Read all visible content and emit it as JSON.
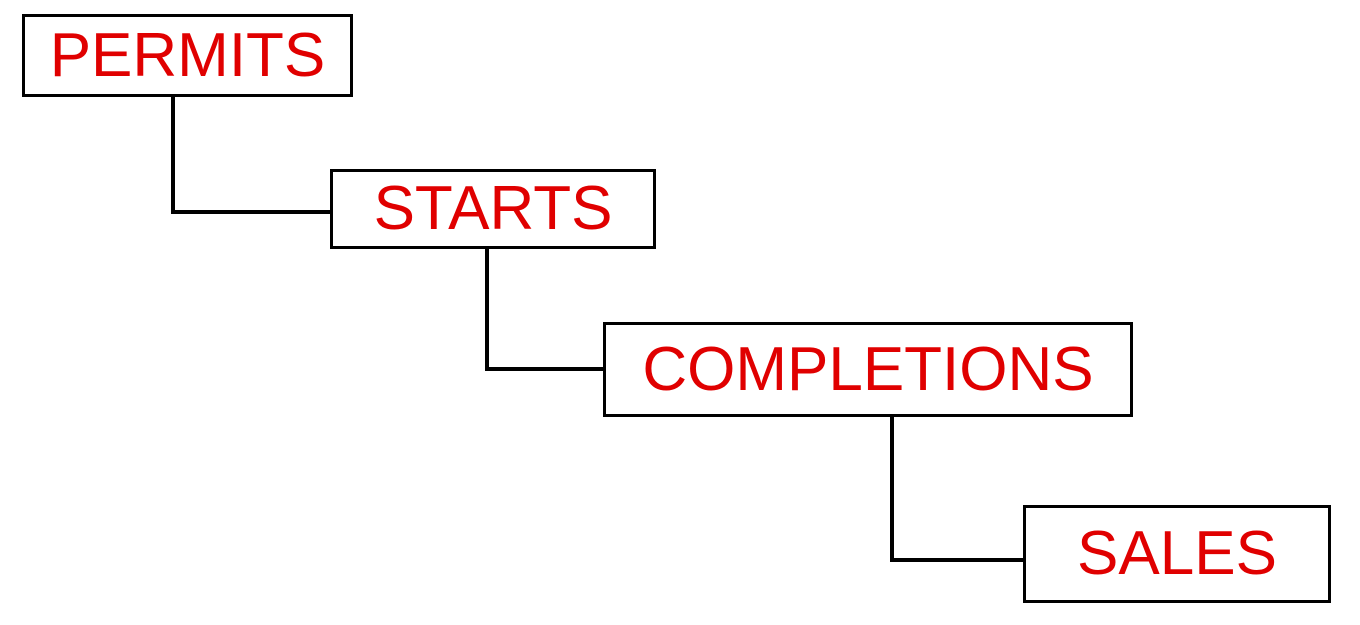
{
  "colors": {
    "label_text": "#e00000",
    "box_border": "#000000",
    "connector": "#000000",
    "background": "#ffffff"
  },
  "nodes": [
    {
      "label": "PERMITS"
    },
    {
      "label": "STARTS"
    },
    {
      "label": "COMPLETIONS"
    },
    {
      "label": "SALES"
    }
  ]
}
